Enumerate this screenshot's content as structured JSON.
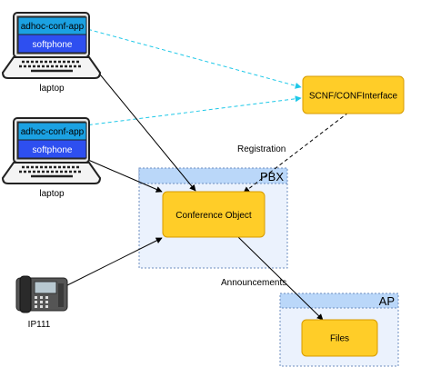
{
  "colors": {
    "app_fill": "#1ba1e2",
    "softphone_fill": "#2e4ff0",
    "object_fill": "#ffcd28",
    "object_stroke": "#d79b00",
    "container_fill": "#dae8fc",
    "container_header": "#a9cdf7",
    "container_stroke": "#6c8ebf",
    "dashed_link": "#1ec8e8",
    "solid_link": "#000000"
  },
  "devices": {
    "laptop1": {
      "app_label": "adhoc-conf-app",
      "softphone_label": "softphone",
      "caption": "laptop",
      "icon": "laptop-icon"
    },
    "laptop2": {
      "app_label": "adhoc-conf-app",
      "softphone_label": "softphone",
      "caption": "laptop",
      "icon": "laptop-icon"
    },
    "phone": {
      "caption": "IP111",
      "icon": "desk-phone-icon"
    }
  },
  "containers": {
    "pbx": {
      "label": "PBX"
    },
    "ap": {
      "label": "AP"
    }
  },
  "nodes": {
    "scnf": {
      "label": "SCNF/CONFInterface"
    },
    "conference": {
      "label": "Conference Object"
    },
    "files": {
      "label": "Files"
    }
  },
  "edge_labels": {
    "registration": "Registration",
    "announcements": "Announcements"
  }
}
